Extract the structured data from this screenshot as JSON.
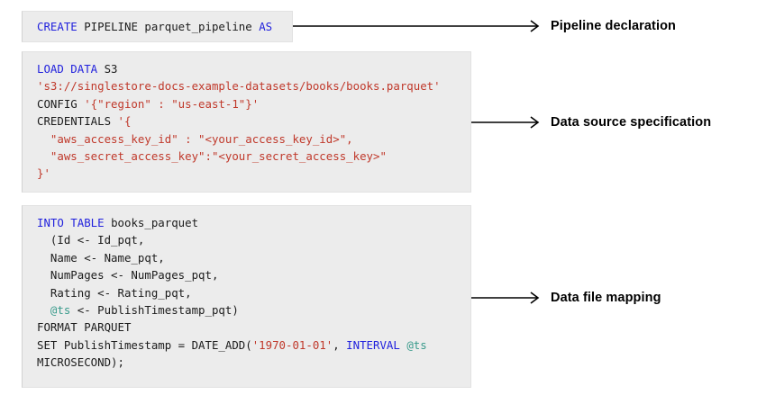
{
  "blocks": {
    "declaration": {
      "lines": [
        [
          {
            "t": "CREATE",
            "c": "kw"
          },
          {
            "t": " PIPELINE parquet_pipeline ",
            "c": "pln"
          },
          {
            "t": "AS",
            "c": "kw"
          }
        ]
      ]
    },
    "source": {
      "lines": [
        [
          {
            "t": "LOAD DATA",
            "c": "kw"
          },
          {
            "t": " S3",
            "c": "pln"
          }
        ],
        [
          {
            "t": "'s3://singlestore-docs-example-datasets/books/books.parquet'",
            "c": "str"
          }
        ],
        [
          {
            "t": "CONFIG ",
            "c": "pln"
          },
          {
            "t": "'{\"region\" : \"us-east-1\"}'",
            "c": "str"
          }
        ],
        [
          {
            "t": "CREDENTIALS ",
            "c": "pln"
          },
          {
            "t": "'{",
            "c": "str"
          }
        ],
        [
          {
            "t": "  \"aws_access_key_id\" : \"<your_access_key_id>\",",
            "c": "str"
          }
        ],
        [
          {
            "t": "  \"aws_secret_access_key\":\"<your_secret_access_key>\"",
            "c": "str"
          }
        ],
        [
          {
            "t": "}'",
            "c": "str"
          }
        ]
      ]
    },
    "mapping": {
      "lines": [
        [
          {
            "t": "INTO TABLE",
            "c": "kw"
          },
          {
            "t": " books_parquet",
            "c": "pln"
          }
        ],
        [
          {
            "t": "  (Id <- Id_pqt,",
            "c": "pln"
          }
        ],
        [
          {
            "t": "  Name <- Name_pqt,",
            "c": "pln"
          }
        ],
        [
          {
            "t": "  NumPages <- NumPages_pqt,",
            "c": "pln"
          }
        ],
        [
          {
            "t": "  Rating <- Rating_pqt,",
            "c": "pln"
          }
        ],
        [
          {
            "t": "  ",
            "c": "pln"
          },
          {
            "t": "@ts",
            "c": "var"
          },
          {
            "t": " <- PublishTimestamp_pqt)",
            "c": "pln"
          }
        ],
        [
          {
            "t": "FORMAT PARQUET",
            "c": "pln"
          }
        ],
        [
          {
            "t": "SET PublishTimestamp = DATE_ADD(",
            "c": "pln"
          },
          {
            "t": "'1970-01-01'",
            "c": "str"
          },
          {
            "t": ", ",
            "c": "pln"
          },
          {
            "t": "INTERVAL",
            "c": "kw"
          },
          {
            "t": " ",
            "c": "pln"
          },
          {
            "t": "@ts",
            "c": "var"
          }
        ],
        [
          {
            "t": "MICROSECOND);",
            "c": "pln"
          }
        ]
      ]
    }
  },
  "labels": {
    "declaration": "Pipeline declaration",
    "source": "Data source specification",
    "mapping": "Data file mapping"
  },
  "colors": {
    "keyword": "#2222dd",
    "string": "#c0392b",
    "variable": "#3a9b8c",
    "plain": "#1c1c1c",
    "block_background": "#ececec",
    "arrow": "#000000",
    "page_background": "#ffffff"
  },
  "icons": {
    "arrow": "arrow-right-icon"
  }
}
